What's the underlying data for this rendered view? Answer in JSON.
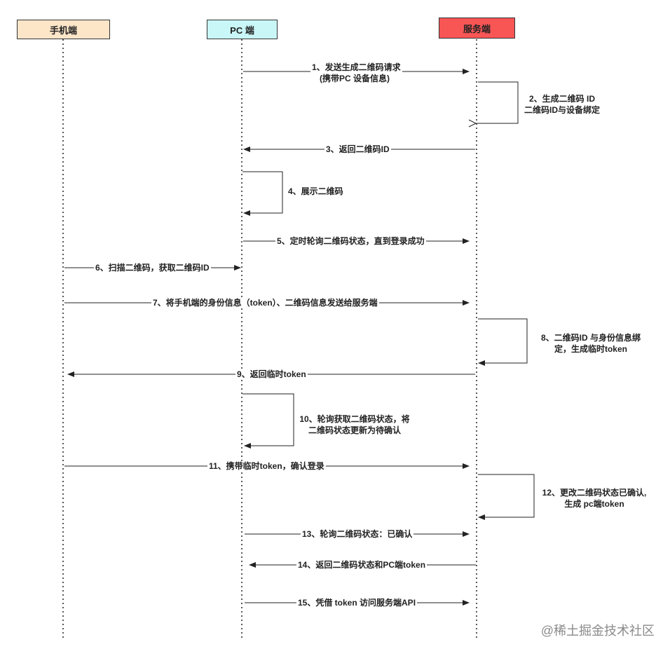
{
  "actors": {
    "mobile": {
      "label": "手机端",
      "color": "#fde5c8"
    },
    "pc": {
      "label": "PC 端",
      "color": "#c9f6f6"
    },
    "server": {
      "label": "服务端",
      "color": "#f85555"
    }
  },
  "messages": {
    "m1": "1、发送生成二维码请求",
    "m1b": "(携带PC 设备信息)",
    "m2a": "2、生成二维码 ID",
    "m2b": "二维码ID与设备绑定",
    "m3": "3、返回二维码ID",
    "m4": "4、展示二维码",
    "m5": "5、定时轮询二维码状态，直到登录成功",
    "m6": "6、扫描二维码，获取二维码ID",
    "m7": "7、将手机端的身份信息（token）、二维码信息发送给服务端",
    "m8a": "8、二维码ID 与身份信息绑",
    "m8b": "定，生成临时token",
    "m9": "9、返回临时token",
    "m10a": "10、轮询获取二维码状态，将",
    "m10b": "二维码状态更新为待确认",
    "m11": "11、携带临时token，确认登录",
    "m12a": "12、更改二维码状态已确认,",
    "m12b": "生成 pc端token",
    "m13": "13、轮询二维码状态：已确认",
    "m14": "14、返回二维码状态和PC端token",
    "m15": "15、凭借 token 访问服务端API"
  },
  "watermark": "@稀土掘金技术社区"
}
